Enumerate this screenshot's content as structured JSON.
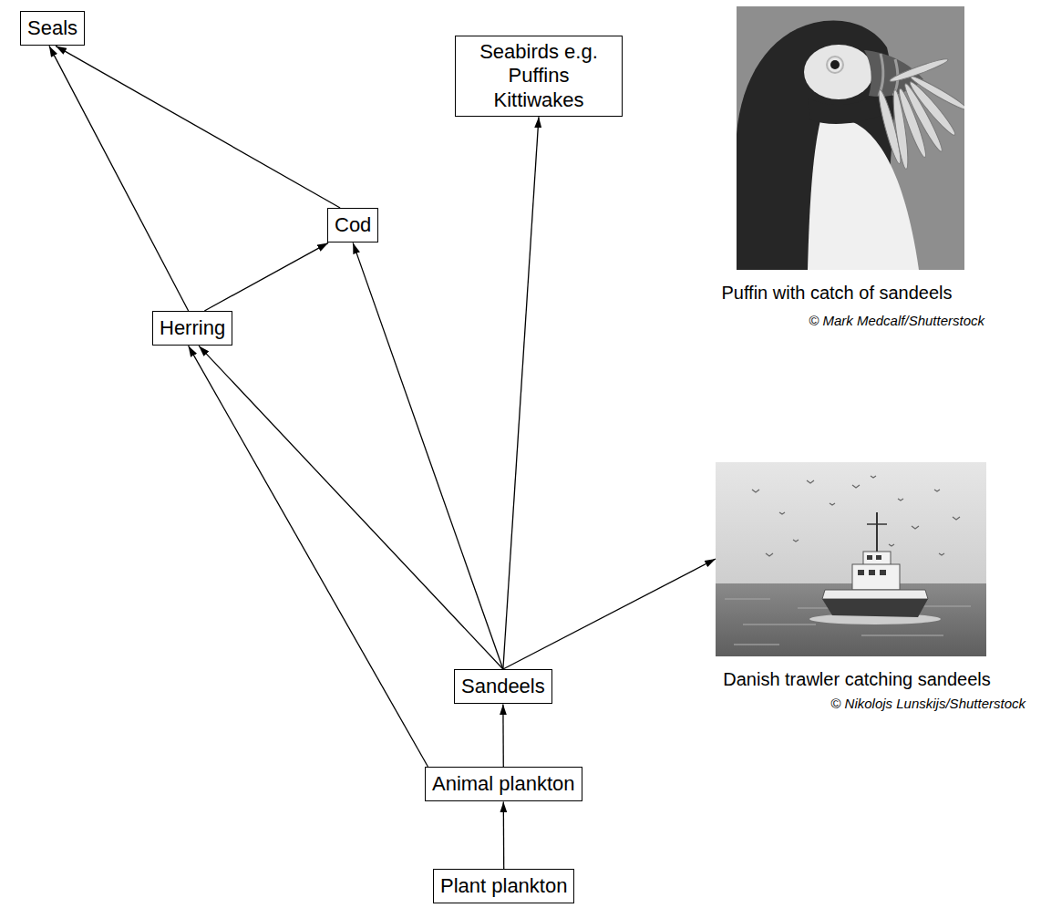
{
  "diagram": {
    "nodes": [
      {
        "text": [
          "Seals"
        ]
      },
      {
        "text": [
          "Seabirds e.g. Puffins Kittiwakes"
        ]
      },
      {
        "text": [
          "Cod"
        ]
      },
      {
        "text": [
          "Herring"
        ]
      },
      {
        "text": [
          "Danish trawler catching sandeels",
          "© Nikolojs Lunskijs/Shutterstock"
        ]
      },
      {
        "text": [
          "Sandeels"
        ]
      },
      {
        "text": [
          "Animal plankton"
        ]
      },
      {
        "text": [
          "Plant plankton"
        ]
      }
    ],
    "edges": [
      {
        "from": 7,
        "to": 6,
        "arrow": "to"
      },
      {
        "from": 6,
        "to": 5,
        "arrow": "to"
      },
      {
        "from": 6,
        "to": 3,
        "arrow": "to"
      },
      {
        "from": 5,
        "to": 3,
        "arrow": "to"
      },
      {
        "from": 5,
        "to": 2,
        "arrow": "to"
      },
      {
        "from": 5,
        "to": 1,
        "arrow": "to"
      },
      {
        "from": 5,
        "to": 4,
        "arrow": "to"
      },
      {
        "from": 3,
        "to": 2,
        "arrow": "to"
      },
      {
        "from": 3,
        "to": 0,
        "arrow": "to"
      },
      {
        "from": 2,
        "to": 0,
        "arrow": "to"
      }
    ],
    "labels": [
      "Puffin with catch of sandeels",
      "© Mark Medcalf/Shutterstock"
    ]
  }
}
